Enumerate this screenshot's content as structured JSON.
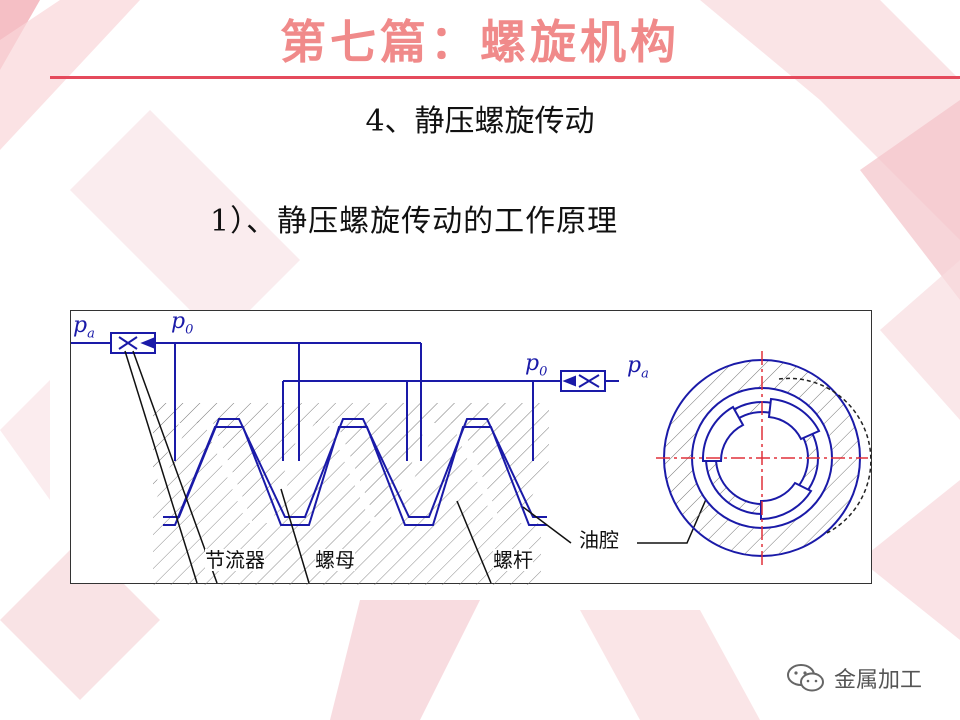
{
  "slide": {
    "title": "第七篇：螺旋机构",
    "subtitle": "4、静压螺旋传动",
    "heading": "1）、静压螺旋传动的工作原理"
  },
  "figure": {
    "labels": {
      "restrictor": "节流器",
      "nut": "螺母",
      "screw": "螺杆",
      "oil_chamber": "油腔"
    },
    "pressure_symbols": {
      "pa_symbol": "p",
      "pa_sub": "a",
      "p0_symbol": "p",
      "p0_sub": "0"
    }
  },
  "watermark": {
    "text": "金属加工",
    "icon": "wechat-icon"
  },
  "colors": {
    "title": "#f08a8a",
    "rule": "#e54a5c",
    "diagram_line": "#1a1aa8",
    "center_line": "#e0303a"
  }
}
